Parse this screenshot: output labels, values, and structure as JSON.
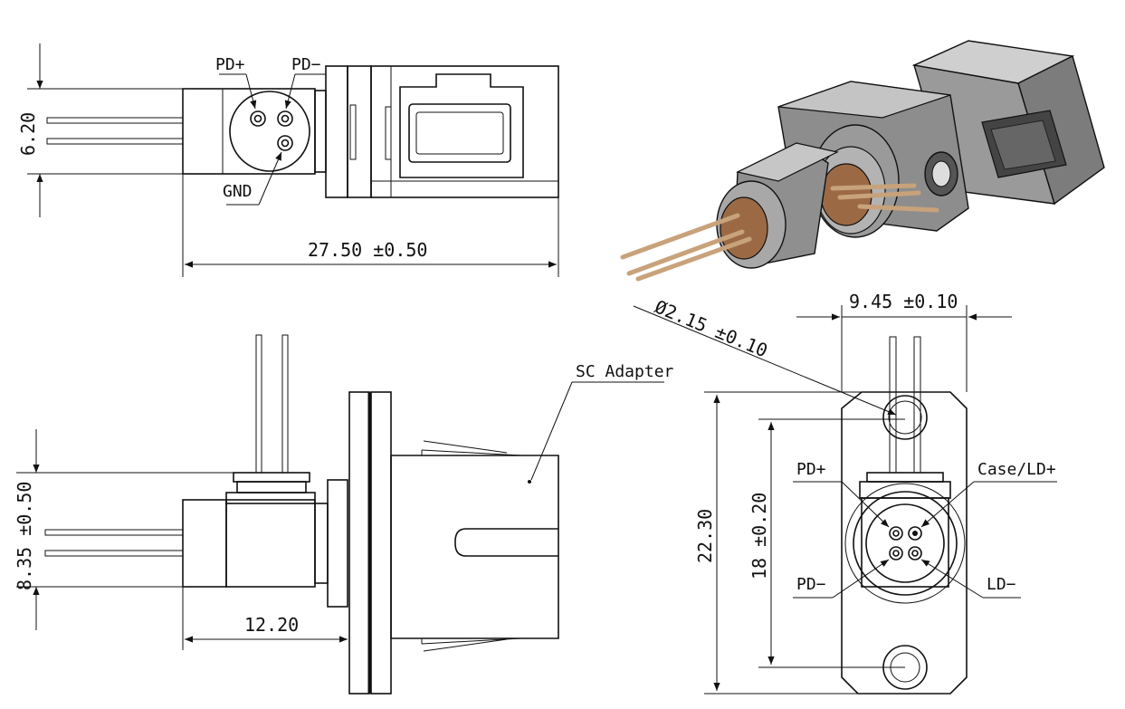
{
  "views": {
    "top": {
      "pins": [
        "PD+",
        "PD−",
        "GND"
      ],
      "dim_height": "6.20",
      "dim_length": "27.50 ±0.50"
    },
    "side": {
      "label_adapter": "SC Adapter",
      "dim_height": "8.35 ±0.50",
      "dim_length": "12.20"
    },
    "front": {
      "pins": [
        "PD+",
        "Case/LD+",
        "PD−",
        "LD−"
      ],
      "dim_width": "9.45 ±0.10",
      "dim_hole": "Ø2.15 ±0.10",
      "dim_total_height": "22.30",
      "dim_height": "18 ±0.20"
    }
  },
  "colors": {
    "line": "#111111",
    "housing": "#8a8a8a",
    "housing_light": "#bdbdbd",
    "pcb_copper": "#9b6a45",
    "pin_gold": "#c8a27a"
  }
}
